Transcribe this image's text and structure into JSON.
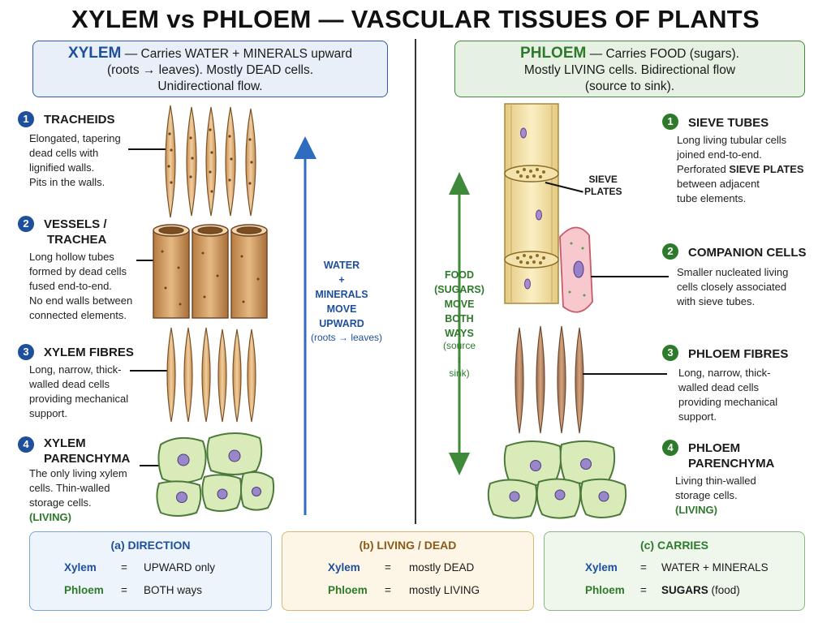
{
  "title": "XYLEM vs PHLOEM — VASCULAR TISSUES OF PLANTS",
  "xylem_header": {
    "name": "XYLEM",
    "line1": " — Carries WATER + MINERALS upward",
    "line2": "(roots → leaves). Mostly DEAD cells.",
    "line3": "Unidirectional flow."
  },
  "phloem_header": {
    "name": "PHLOEM",
    "line1": " — Carries FOOD (sugars).",
    "line2": "Mostly LIVING cells. Bidirectional flow",
    "line3": "(source to sink)."
  },
  "xylem_items": [
    {
      "num": "1",
      "title": "TRACHEIDS",
      "desc": [
        "Elongated, tapering",
        "dead cells with",
        "lignified walls.",
        "Pits in the walls."
      ]
    },
    {
      "num": "2",
      "title": "VESSELS /",
      "title2": "TRACHEA",
      "desc": [
        "Long hollow tubes",
        "formed by dead cells",
        "fused end-to-end.",
        "No end walls between",
        "connected elements."
      ]
    },
    {
      "num": "3",
      "title": "XYLEM FIBRES",
      "desc": [
        "Long, narrow, thick-",
        "walled dead cells",
        "providing mechanical",
        "support."
      ]
    },
    {
      "num": "4",
      "title": "XYLEM",
      "title2": "PARENCHYMA",
      "desc": [
        "The only living xylem",
        "cells. Thin-walled",
        "storage cells."
      ],
      "tag": "(LIVING)"
    }
  ],
  "phloem_items": [
    {
      "num": "1",
      "title": "SIEVE TUBES",
      "desc": [
        "Long living tubular cells",
        "joined end-to-end.",
        "Perforated ",
        "between adjacent",
        "tube elements."
      ],
      "desc_bold": "SIEVE PLATES"
    },
    {
      "num": "2",
      "title": "COMPANION CELLS",
      "desc": [
        "Smaller nucleated living",
        "cells closely associated",
        "with sieve tubes."
      ]
    },
    {
      "num": "3",
      "title": "PHLOEM FIBRES",
      "desc": [
        "Long, narrow, thick-",
        "walled dead cells",
        "providing mechanical",
        "support."
      ]
    },
    {
      "num": "4",
      "title": "PHLOEM",
      "title2": "PARENCHYMA",
      "desc": [
        "Living thin-walled",
        "storage cells."
      ],
      "tag": "(LIVING)"
    }
  ],
  "sieve_plates_label": [
    "SIEVE",
    "PLATES"
  ],
  "xylem_arrow_label": [
    "WATER",
    "+",
    "MINERALS",
    "MOVE",
    "UPWARD"
  ],
  "xylem_arrow_sub": "(roots → leaves)",
  "phloem_arrow_label": [
    "FOOD",
    "(SUGARS)",
    "MOVE",
    "BOTH",
    "WAYS"
  ],
  "phloem_arrow_sub": [
    "(source",
    "↕",
    "sink)"
  ],
  "comparisons": [
    {
      "title": "(a)  DIRECTION",
      "xylem_label": "Xylem",
      "xylem_val": "UPWARD only",
      "phloem_label": "Phloem",
      "phloem_val": "BOTH ways",
      "eq": "="
    },
    {
      "title": "(b)  LIVING / DEAD",
      "xylem_label": "Xylem",
      "xylem_val": "mostly DEAD",
      "phloem_label": "Phloem",
      "phloem_val": "mostly LIVING",
      "eq": "="
    },
    {
      "title": "(c)  CARRIES",
      "xylem_label": "Xylem",
      "xylem_val": "WATER + MINERALS",
      "phloem_label": "Phloem",
      "phloem_val": "SUGARS",
      "phloem_val_extra": " (food)",
      "eq": "="
    }
  ],
  "colors": {
    "xylem": "#1d4f9c",
    "phloem": "#2d7a2a",
    "wood": "#c98f55",
    "cell_green": "#d8ebb9"
  }
}
